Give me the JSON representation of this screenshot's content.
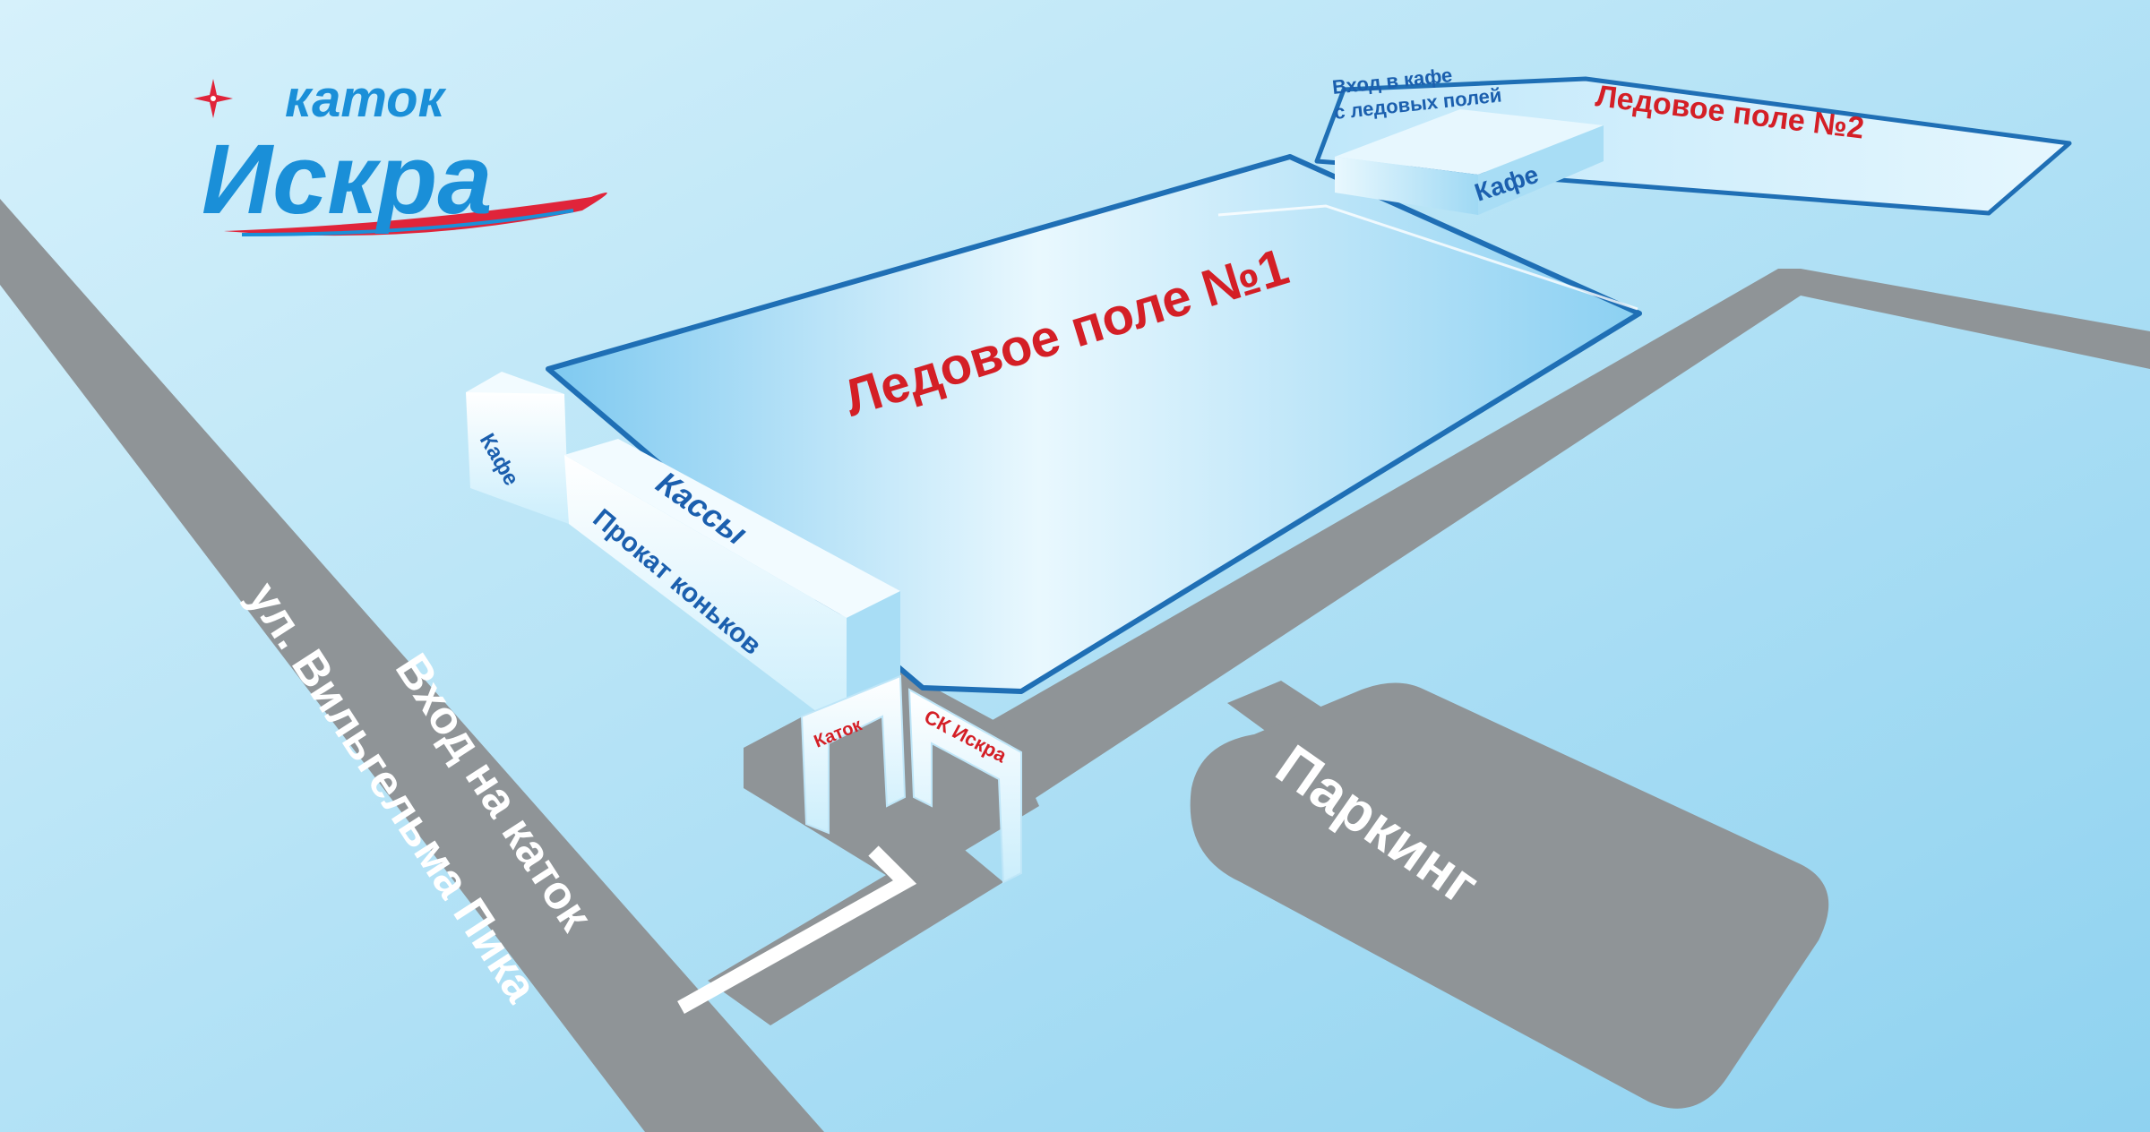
{
  "logo": {
    "line1": "каток",
    "line2": "Искра"
  },
  "labels": {
    "street": "ул. Вильгельма Пика",
    "entrance": "Вход на каток",
    "ice_field_1": "Ледовое поле №1",
    "ice_field_2": "Ледовое поле №2",
    "cafe_left": "Кафе",
    "cafe_right": "Кафе",
    "cashier": "Кассы",
    "skate_rental": "Прокат коньков",
    "cafe_entrance_line1": "Вход в кафе",
    "cafe_entrance_line2": "с ледовых полей",
    "gate_left": "Каток",
    "gate_right": "СК Искра",
    "parking": "Паркинг"
  },
  "colors": {
    "background": "#a9dcf3",
    "road": "#8f9497",
    "ice_edge": "#1f6fb5",
    "label_red": "#d41f26",
    "label_blue": "#1b5fae",
    "logo_blue": "#1a8fd8",
    "logo_red": "#e0243a",
    "white": "#ffffff"
  },
  "icons": [
    "sparkle-icon",
    "entrance-arrow-icon"
  ]
}
